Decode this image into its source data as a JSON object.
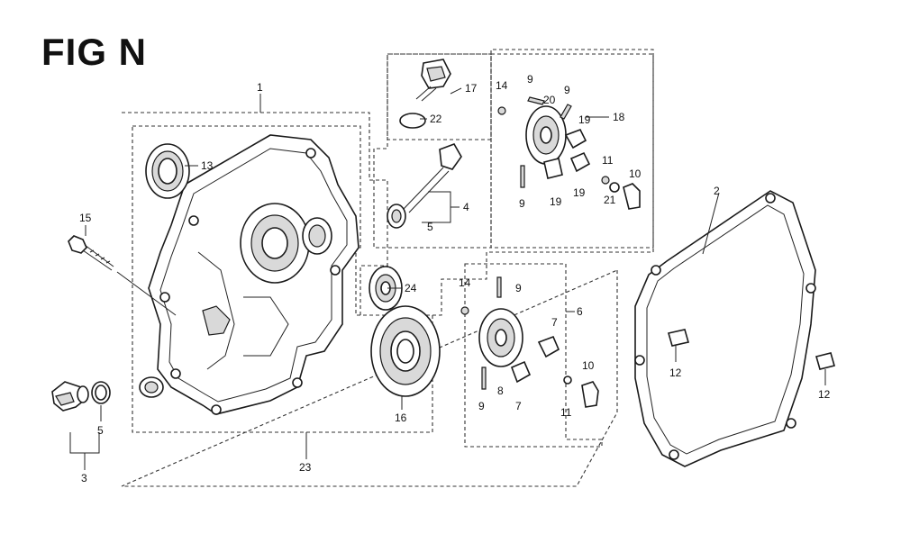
{
  "figure": {
    "title": "FIG N"
  },
  "callouts": {
    "c1": "1",
    "c2": "2",
    "c3": "3",
    "c4": "4",
    "c5a": "5",
    "c5b": "5",
    "c6": "6",
    "c7a": "7",
    "c7b": "7",
    "c8": "8",
    "c9a": "9",
    "c9b": "9",
    "c9c": "9",
    "c9d": "9",
    "c9e": "9",
    "c10a": "10",
    "c10b": "10",
    "c11a": "11",
    "c11b": "11",
    "c12a": "12",
    "c12b": "12",
    "c13": "13",
    "c14a": "14",
    "c14b": "14",
    "c15": "15",
    "c16": "16",
    "c17": "17",
    "c18": "18",
    "c19a": "19",
    "c19b": "19",
    "c19c": "19",
    "c20": "20",
    "c21": "21",
    "c22": "22",
    "c23": "23",
    "c24": "24"
  }
}
